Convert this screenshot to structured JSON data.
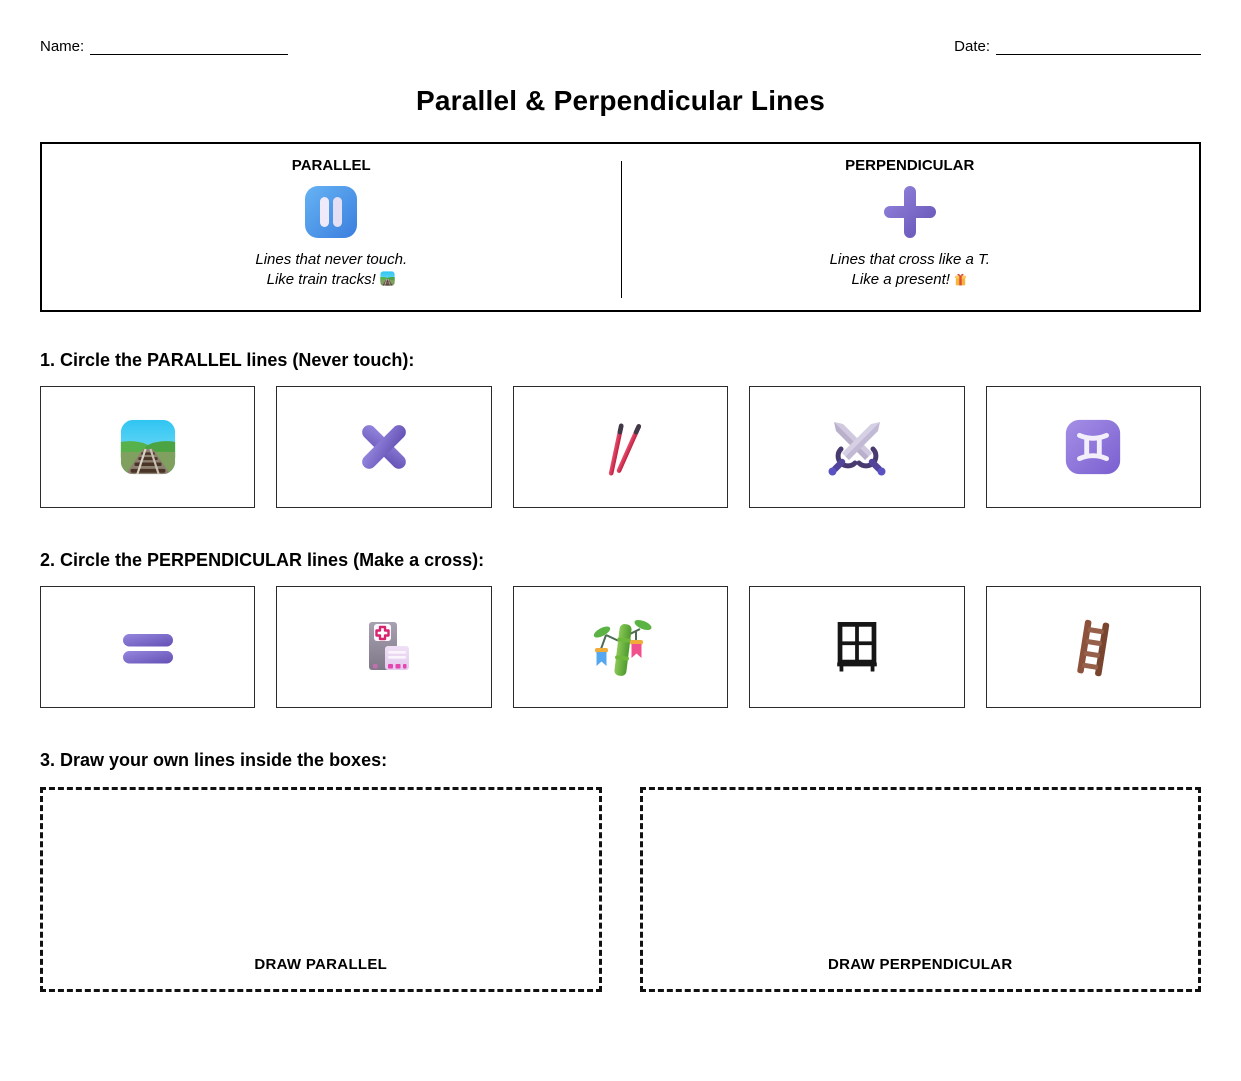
{
  "header": {
    "name_label": "Name:",
    "date_label": "Date:"
  },
  "title": "Parallel & Perpendicular Lines",
  "reference_box": {
    "parallel": {
      "label": "PARALLEL",
      "icon": "pause-button-icon",
      "desc_line1": "Lines that never touch.",
      "desc_line2": "Like train tracks!",
      "desc_line2_icon": "railway-track-icon"
    },
    "perpendicular": {
      "label": "PERPENDICULAR",
      "icon": "heavy-plus-icon",
      "desc_line1": "Lines that cross like a T.",
      "desc_line2": "Like a present!",
      "desc_line2_icon": "gift-icon"
    }
  },
  "sections": [
    {
      "heading": "1. Circle the PARALLEL lines (Never touch):",
      "items": [
        "railway-track-icon",
        "multiplication-x-icon",
        "chopsticks-icon",
        "crossed-swords-icon",
        "gemini-sign-icon"
      ]
    },
    {
      "heading": "2. Circle the PERPENDICULAR lines (Make a cross):",
      "items": [
        "heavy-equals-icon",
        "hospital-icon",
        "tanabata-tree-icon",
        "window-grid-icon",
        "ladder-icon"
      ]
    },
    {
      "heading": "3. Draw your own lines inside the boxes:"
    }
  ],
  "draw_boxes": [
    {
      "label": "DRAW PARALLEL"
    },
    {
      "label": "DRAW PERPENDICULAR"
    }
  ],
  "colors": {
    "pause_blue": "#4796E8",
    "accent_purple": "#7C63CC",
    "chopstick_red": "#D42A4D",
    "ladder_brown": "#8A5640",
    "border_black": "#000000"
  }
}
